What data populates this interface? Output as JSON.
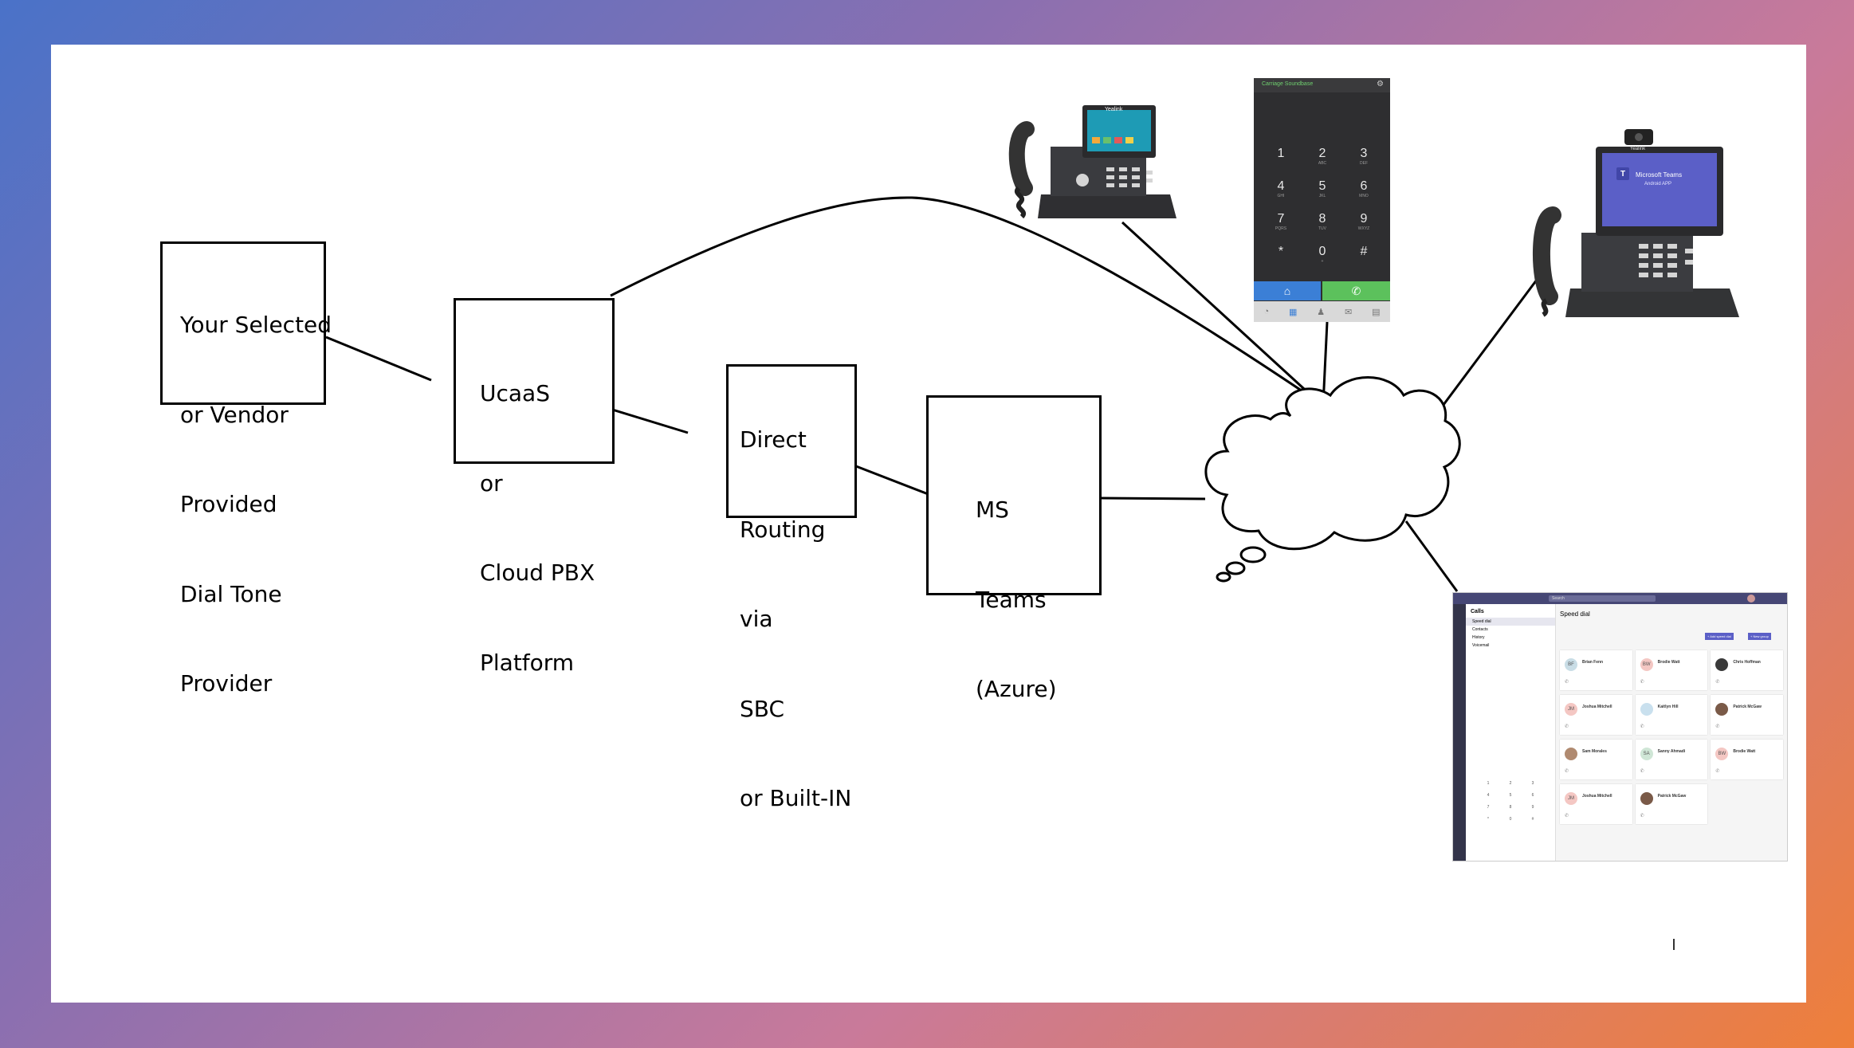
{
  "diagram": {
    "boxes": {
      "dial_tone": {
        "lines": [
          "Your Selected",
          "or Vendor",
          "Provided",
          "Dial Tone",
          "Provider"
        ]
      },
      "ucaas": {
        "lines": [
          "UcaaS",
          "or",
          "Cloud PBX",
          "Platform"
        ]
      },
      "direct_routing": {
        "lines": [
          "Direct",
          "Routing",
          "via",
          "SBC",
          "or Built-IN"
        ]
      },
      "ms_teams": {
        "lines": [
          "MS",
          "Teams",
          "(Azure)"
        ]
      }
    },
    "cloud_label": ""
  },
  "devices": {
    "mobile_dialpad": {
      "header_text": "Carriage Soundbase",
      "keys": [
        {
          "digit": "1",
          "sub": ""
        },
        {
          "digit": "2",
          "sub": "ABC"
        },
        {
          "digit": "3",
          "sub": "DEF"
        },
        {
          "digit": "4",
          "sub": "GHI"
        },
        {
          "digit": "5",
          "sub": "JKL"
        },
        {
          "digit": "6",
          "sub": "MNO"
        },
        {
          "digit": "7",
          "sub": "PQRS"
        },
        {
          "digit": "8",
          "sub": "TUV"
        },
        {
          "digit": "9",
          "sub": "WXYZ"
        },
        {
          "digit": "*",
          "sub": ""
        },
        {
          "digit": "0",
          "sub": "+"
        },
        {
          "digit": "#",
          "sub": ""
        }
      ]
    },
    "teams_phone": {
      "brand": "Yealink",
      "screen_title": "Microsoft Teams",
      "screen_subtitle": "Android APP"
    },
    "desk_phone": {
      "brand": "Yealink"
    },
    "teams_app": {
      "search_placeholder": "Search",
      "sidebar_title": "Calls",
      "sidebar_items": [
        "Speed dial",
        "Contacts",
        "History",
        "Voicemail"
      ],
      "main_title": "Speed dial",
      "actions": [
        "+ Add speed dial",
        "+ New group"
      ],
      "contacts": [
        {
          "initials": "BF",
          "name": "Brian Fenn",
          "color": "#c9dde6"
        },
        {
          "initials": "BW",
          "name": "Brodie Watt",
          "color": "#f4c7c3"
        },
        {
          "initials": "",
          "name": "Chris Hoffman",
          "color": "#3a3a3a"
        },
        {
          "initials": "JM",
          "name": "Joshua Mitchell",
          "color": "#f4c7c3"
        },
        {
          "initials": "",
          "name": "Kaitlyn Hill",
          "color": "#c9e0ee"
        },
        {
          "initials": "",
          "name": "Patrick McGaw",
          "color": "#7a5a48"
        },
        {
          "initials": "",
          "name": "Sam Morales",
          "color": "#b08a70"
        },
        {
          "initials": "SA",
          "name": "Sanny Ahmadi",
          "color": "#cfe6d6"
        },
        {
          "initials": "BW",
          "name": "Brodie Watt",
          "color": "#f4c7c3"
        },
        {
          "initials": "JM",
          "name": "Joshua Mitchell",
          "color": "#f4c7c3"
        },
        {
          "initials": "",
          "name": "Patrick McGaw",
          "color": "#7a5a48"
        }
      ]
    }
  },
  "colors": {
    "teams_purple": "#5b5fc7",
    "phone_green": "#5cc15c",
    "phone_blue": "#3b7fd6"
  }
}
